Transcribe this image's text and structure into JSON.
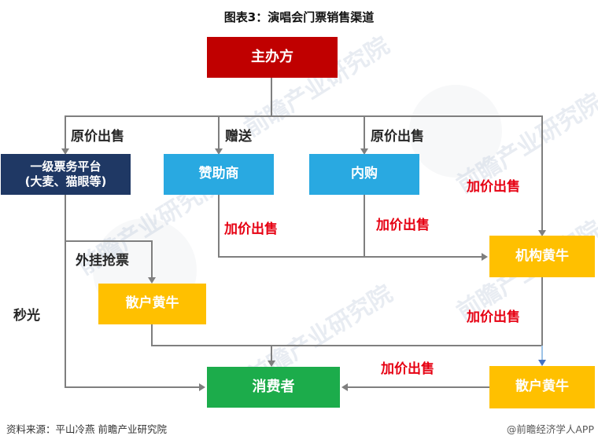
{
  "title": "图表3：演唱会门票销售渠道",
  "colors": {
    "box_red": "#C00000",
    "box_navy": "#1F3864",
    "box_blue": "#29A9E1",
    "box_yellow": "#FFC000",
    "box_green": "#1CAC4B",
    "label_dark": "#262626",
    "label_red": "#E60012",
    "line_gray": "#7F7F7F",
    "arrow_blue": "#4472C4"
  },
  "nodes": {
    "organizer": {
      "label": "主办方"
    },
    "platform": {
      "line1": "一级票务平台",
      "line2": "(大麦、猫眼等)"
    },
    "sponsor": {
      "label": "赞助商"
    },
    "internal_purchase": {
      "label": "内购"
    },
    "agency_scalper": {
      "label": "机构黄牛"
    },
    "retail_scalper_upper": {
      "label": "散户黄牛"
    },
    "consumer": {
      "label": "消费者"
    },
    "retail_scalper_lower": {
      "label": "散户黄牛"
    }
  },
  "edge_labels": {
    "sell_original_left": "原价出售",
    "gift": "赠送",
    "sell_original_right": "原价出售",
    "markup_right_top": "加价出售",
    "markup_sponsor": "加价出售",
    "markup_internal": "加价出售",
    "markup_right_mid": "加价出售",
    "markup_bottom": "加价出售",
    "plugin_grab": "外挂抢票",
    "sold_out": "秒光"
  },
  "edges": [
    {
      "from": "organizer",
      "to": "platform",
      "label": "原价出售"
    },
    {
      "from": "organizer",
      "to": "sponsor",
      "label": "赠送"
    },
    {
      "from": "organizer",
      "to": "internal_purchase",
      "label": "原价出售"
    },
    {
      "from": "organizer",
      "to": "agency_scalper",
      "label": "加价出售"
    },
    {
      "from": "sponsor",
      "to": "agency_scalper",
      "label": "加价出售"
    },
    {
      "from": "internal_purchase",
      "to": "agency_scalper",
      "label": "加价出售"
    },
    {
      "from": "platform",
      "to": "retail_scalper_upper",
      "label": "外挂抢票"
    },
    {
      "from": "platform",
      "to": "consumer",
      "label": "秒光"
    },
    {
      "from": "retail_scalper_upper",
      "to": "consumer",
      "label": ""
    },
    {
      "from": "agency_scalper",
      "to": "consumer",
      "label": "加价出售"
    },
    {
      "from": "agency_scalper",
      "to": "retail_scalper_lower",
      "label": ""
    },
    {
      "from": "retail_scalper_lower",
      "to": "consumer",
      "label": "加价出售"
    }
  ],
  "footer": {
    "source": "资料来源：平山冷燕 前瞻产业研究院",
    "brand": "@前瞻经济学人APP"
  },
  "watermark": {
    "text": "前瞻产业研究院"
  }
}
